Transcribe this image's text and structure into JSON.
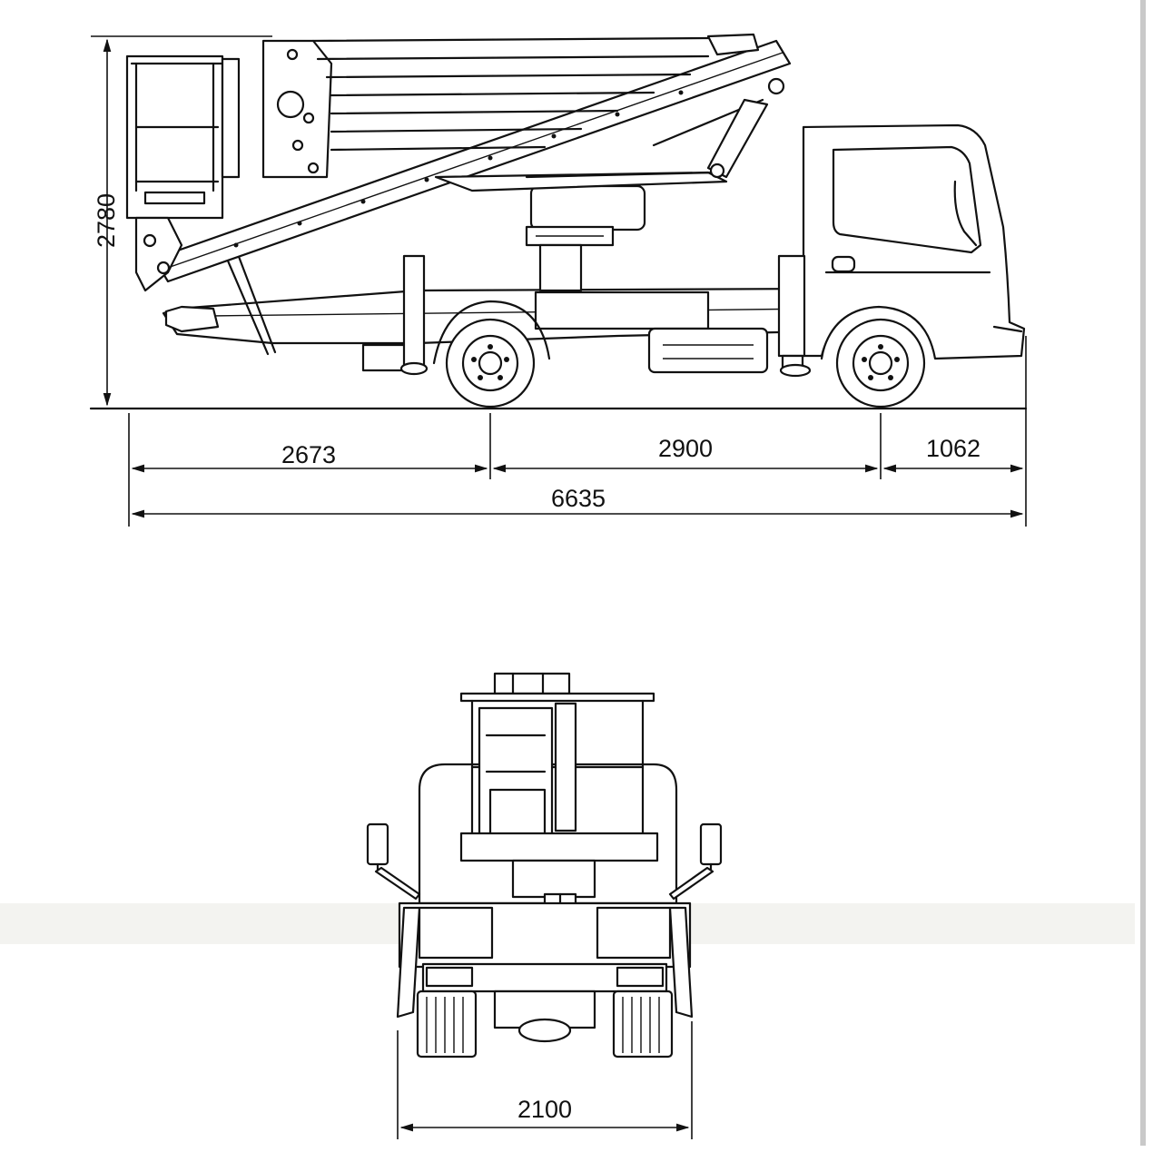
{
  "drawing": {
    "side_view": {
      "height": "2780",
      "rear_overhang": "2673",
      "wheelbase": "2900",
      "front_overhang": "1062",
      "overall_length": "6635"
    },
    "rear_view": {
      "track_width": "2100"
    }
  },
  "colors": {
    "line": "#111111",
    "background": "#ffffff",
    "edge_bar": "#c9c9c9"
  }
}
